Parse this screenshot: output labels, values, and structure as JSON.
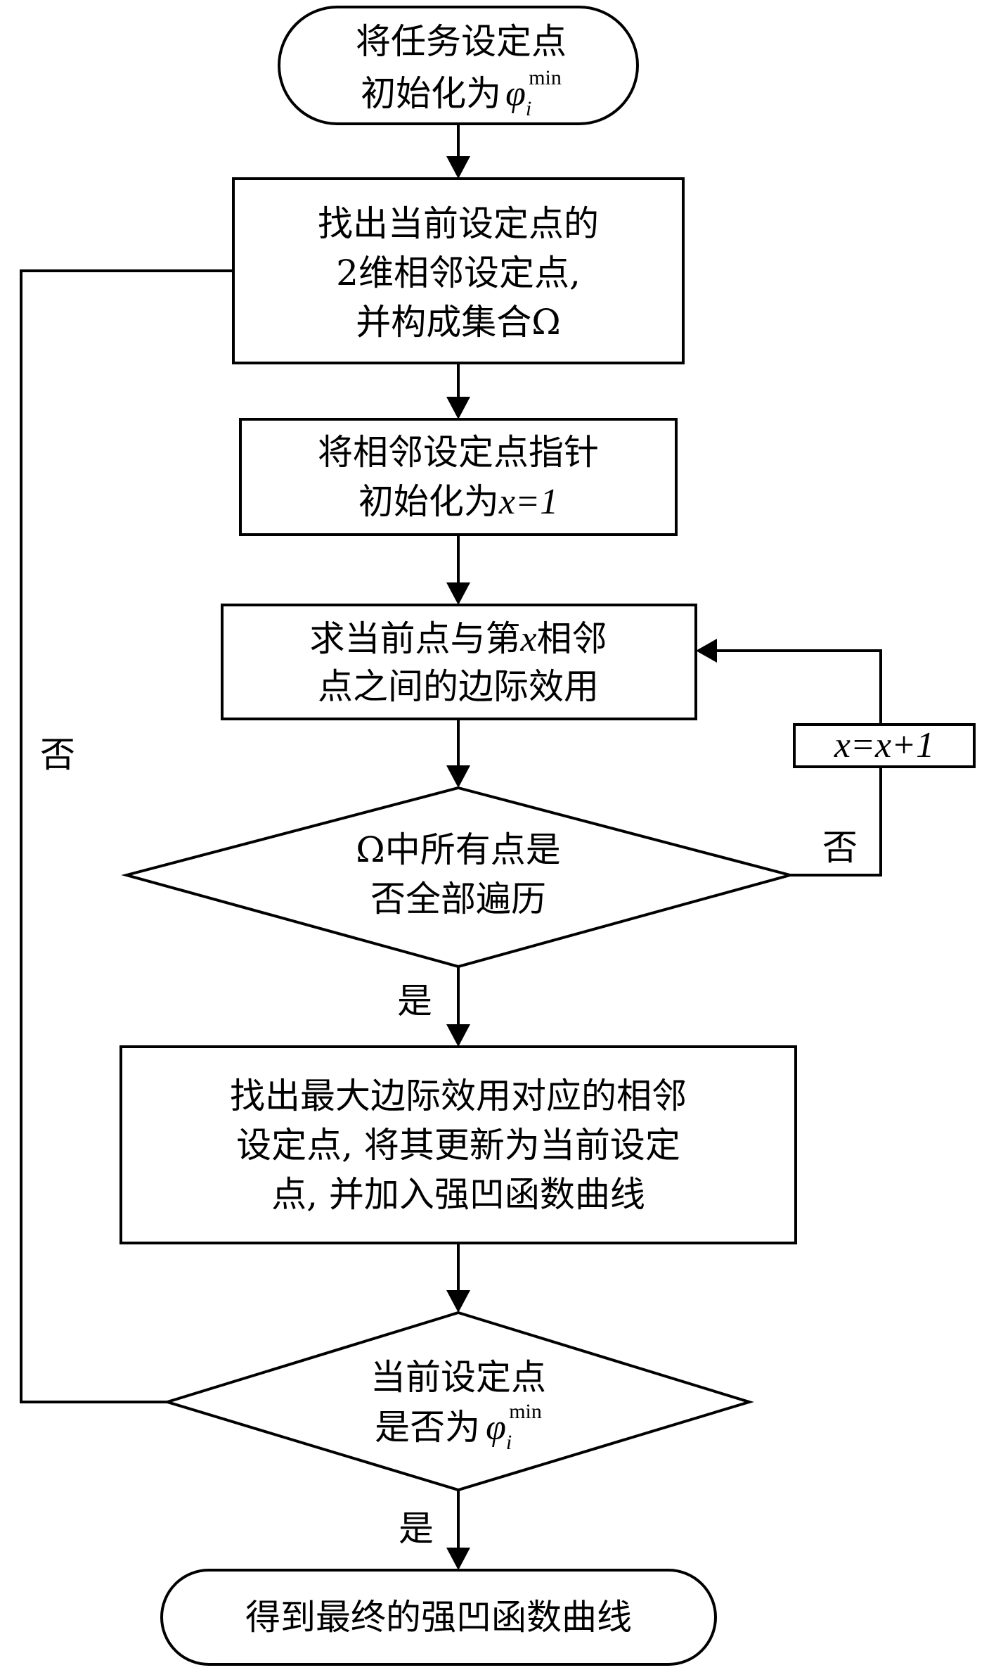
{
  "flowchart": {
    "start": {
      "line1": "将任务设定点",
      "line2_prefix": "初始化为",
      "math_symbol": "φ",
      "math_sub": "i",
      "math_sup": "min"
    },
    "step_find_neighbors": {
      "line1": "找出当前设定点的",
      "line2": "2维相邻设定点,",
      "line3": "并构成集合Ω"
    },
    "step_init_pointer": {
      "line1": "将相邻设定点指针",
      "line2_prefix": "初始化为",
      "line2_math": "x=1"
    },
    "step_marginal_utility": {
      "line1_prefix": "求当前点与第",
      "line1_math": "x",
      "line1_suffix": "相邻",
      "line2": "点之间的边际效用"
    },
    "increment_box": {
      "label": "x=x+1"
    },
    "decision_traversed": {
      "line1": "Ω中所有点是",
      "line2": "否全部遍历",
      "no_label": "否",
      "yes_label": "是"
    },
    "step_update": {
      "line1": "找出最大边际效用对应的相邻",
      "line2": "设定点, 将其更新为当前设定",
      "line3": "点, 并加入强凹函数曲线"
    },
    "decision_is_min": {
      "line1": "当前设定点",
      "line2_prefix": "是否为",
      "math_symbol": "φ",
      "math_sub": "i",
      "math_sup": "min",
      "no_label": "否",
      "yes_label": "是"
    },
    "end": {
      "label": "得到最终的强凹函数曲线"
    }
  }
}
